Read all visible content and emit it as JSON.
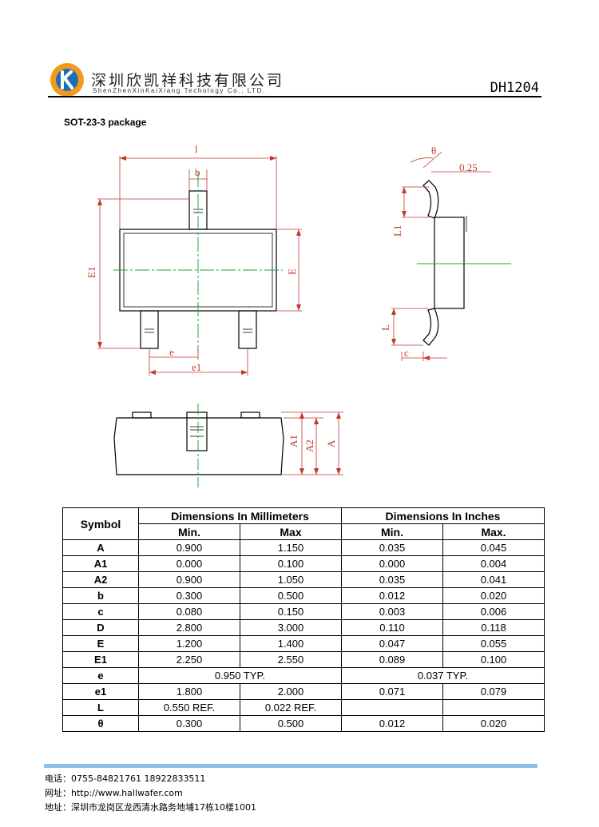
{
  "header": {
    "company_cn": "深圳欣凯祥科技有限公司",
    "company_en": "ShenZhenXinKaiXiang Techology Co., LTD.",
    "doc_code": "DH1204",
    "logo_icon": "kx-logo-icon",
    "brand_colors": {
      "orange": "#f39a1e",
      "blue": "#1a6fb5"
    }
  },
  "package_title": "SOT-23-3 package",
  "drawing_labels": {
    "top_view": {
      "D": "l",
      "b": "b",
      "E1": "E1",
      "E": "E",
      "e": "e",
      "e1": "e1"
    },
    "side_view": {
      "theta": "θ",
      "gauge": "0.25",
      "L1": "L1",
      "L": "L",
      "c": "c"
    },
    "front_view": {
      "A1": "A1",
      "A2": "A2",
      "A": "A"
    }
  },
  "table": {
    "header": {
      "symbol": "Symbol",
      "mm": "Dimensions In Millimeters",
      "inch": "Dimensions In Inches",
      "min": "Min.",
      "max": "Max",
      "min_in": "Min.",
      "max_in": "Max."
    },
    "rows": [
      {
        "symbol": "A",
        "mm_min": "0.900",
        "mm_max": "1.150",
        "in_min": "0.035",
        "in_max": "0.045"
      },
      {
        "symbol": "A1",
        "mm_min": "0.000",
        "mm_max": "0.100",
        "in_min": "0.000",
        "in_max": "0.004"
      },
      {
        "symbol": "A2",
        "mm_min": "0.900",
        "mm_max": "1.050",
        "in_min": "0.035",
        "in_max": "0.041"
      },
      {
        "symbol": "b",
        "mm_min": "0.300",
        "mm_max": "0.500",
        "in_min": "0.012",
        "in_max": "0.020"
      },
      {
        "symbol": "c",
        "mm_min": "0.080",
        "mm_max": "0.150",
        "in_min": "0.003",
        "in_max": "0.006"
      },
      {
        "symbol": "D",
        "mm_min": "2.800",
        "mm_max": "3.000",
        "in_min": "0.110",
        "in_max": "0.118"
      },
      {
        "symbol": "E",
        "mm_min": "1.200",
        "mm_max": "1.400",
        "in_min": "0.047",
        "in_max": "0.055"
      },
      {
        "symbol": "E1",
        "mm_min": "2.250",
        "mm_max": "2.550",
        "in_min": "0.089",
        "in_max": "0.100"
      },
      {
        "symbol": "e",
        "mm_typ": "0.950 TYP.",
        "in_typ": "0.037 TYP."
      },
      {
        "symbol": "e1",
        "mm_min": "1.800",
        "mm_max": "2.000",
        "in_min": "0.071",
        "in_max": "0.079"
      },
      {
        "symbol": "L",
        "mm_min": "0.550 REF.",
        "mm_max": "0.022 REF.",
        "in_min": "",
        "in_max": ""
      },
      {
        "symbol": "θ",
        "mm_min": "0.300",
        "mm_max": "0.500",
        "in_min": "0.012",
        "in_max": "0.020"
      }
    ]
  },
  "footer": {
    "phone": "电话：0755-84821761  18922833511",
    "web": "网址：http://www.hallwafer.com",
    "address": "地址：深圳市龙岗区龙西清水路务地埔17栋10楼1001",
    "bar_color": "#8dbfe8"
  }
}
